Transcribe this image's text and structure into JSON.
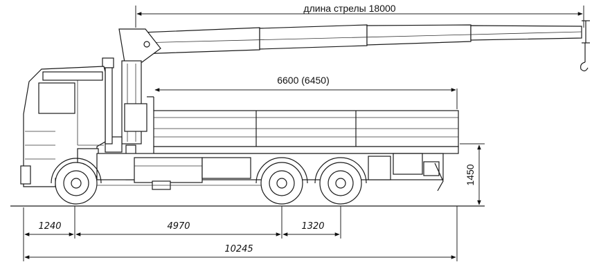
{
  "dimensions": {
    "boom_length": "длина стрелы 18000",
    "bed_length": "6600 (6450)",
    "front_overhang": "1240",
    "wheelbase": "4970",
    "tandem_spacing": "1320",
    "overall_length": "10245",
    "bed_height": "1450"
  }
}
